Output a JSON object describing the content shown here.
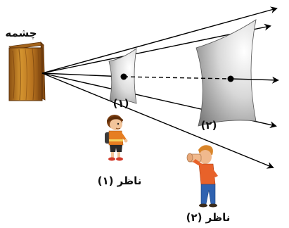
{
  "source_label": "چشمه",
  "surface_1_label": "(۱)",
  "surface_2_label": "(۲)",
  "observer_1_label": "ناظر (۱)",
  "observer_2_label": "ناظر (۲)",
  "colors": {
    "ray": "#000000",
    "source_wood": "#c98a2e",
    "surface_fill": "#d6d6d6",
    "observer_1_shirt": "#e67e22",
    "observer_2_shirt": "#e8622a",
    "observer_pants": "#2f62b0"
  }
}
